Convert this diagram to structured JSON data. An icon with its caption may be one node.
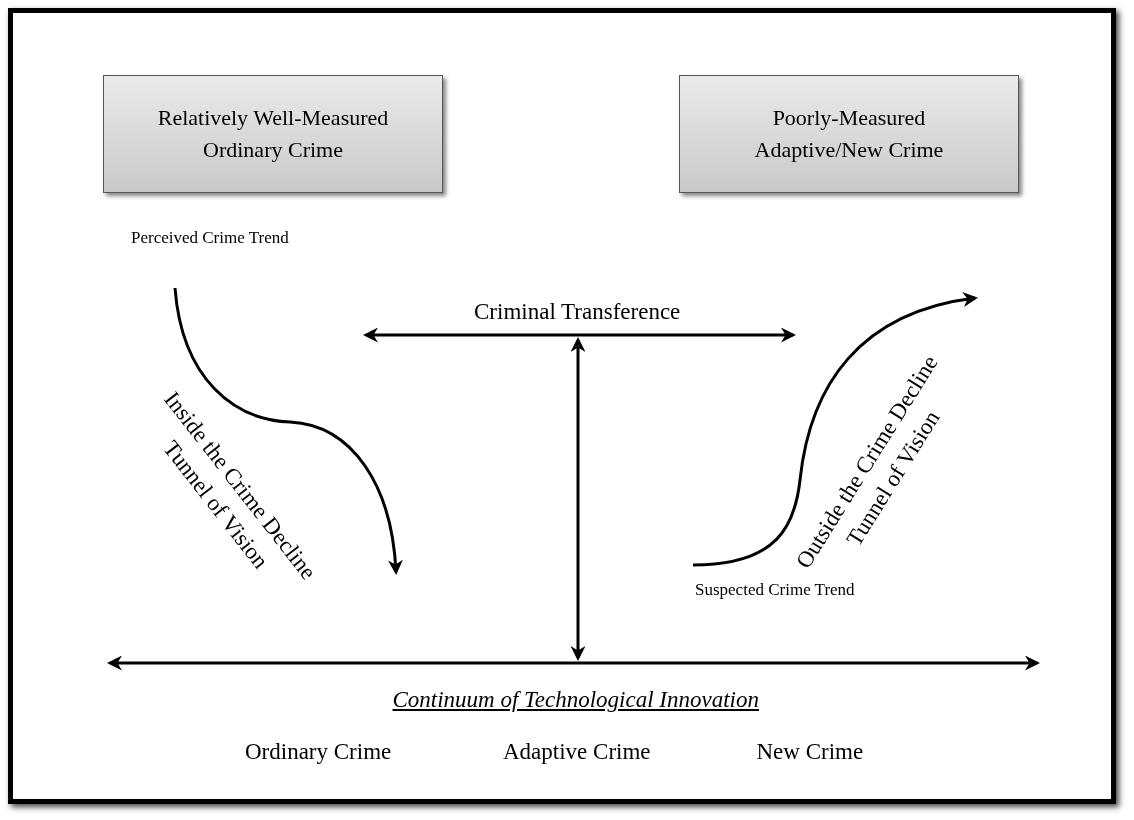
{
  "diagram": {
    "nodes": [
      {
        "text": [
          "Relatively Well-Measured Ordinary Crime"
        ]
      },
      {
        "text": [
          "Poorly-Measured Adaptive/New Crime"
        ]
      }
    ],
    "labels": [
      "Perceived Crime Trend",
      "Criminal Transference",
      "Inside the Crime Decline Tunnel of Vision",
      "Outside the Crime Decline Tunnel of Vision",
      "Suspected Crime Trend",
      "Continuum of Technological Innovation",
      "Ordinary Crime",
      "Adaptive Crime",
      "New Crime"
    ]
  }
}
